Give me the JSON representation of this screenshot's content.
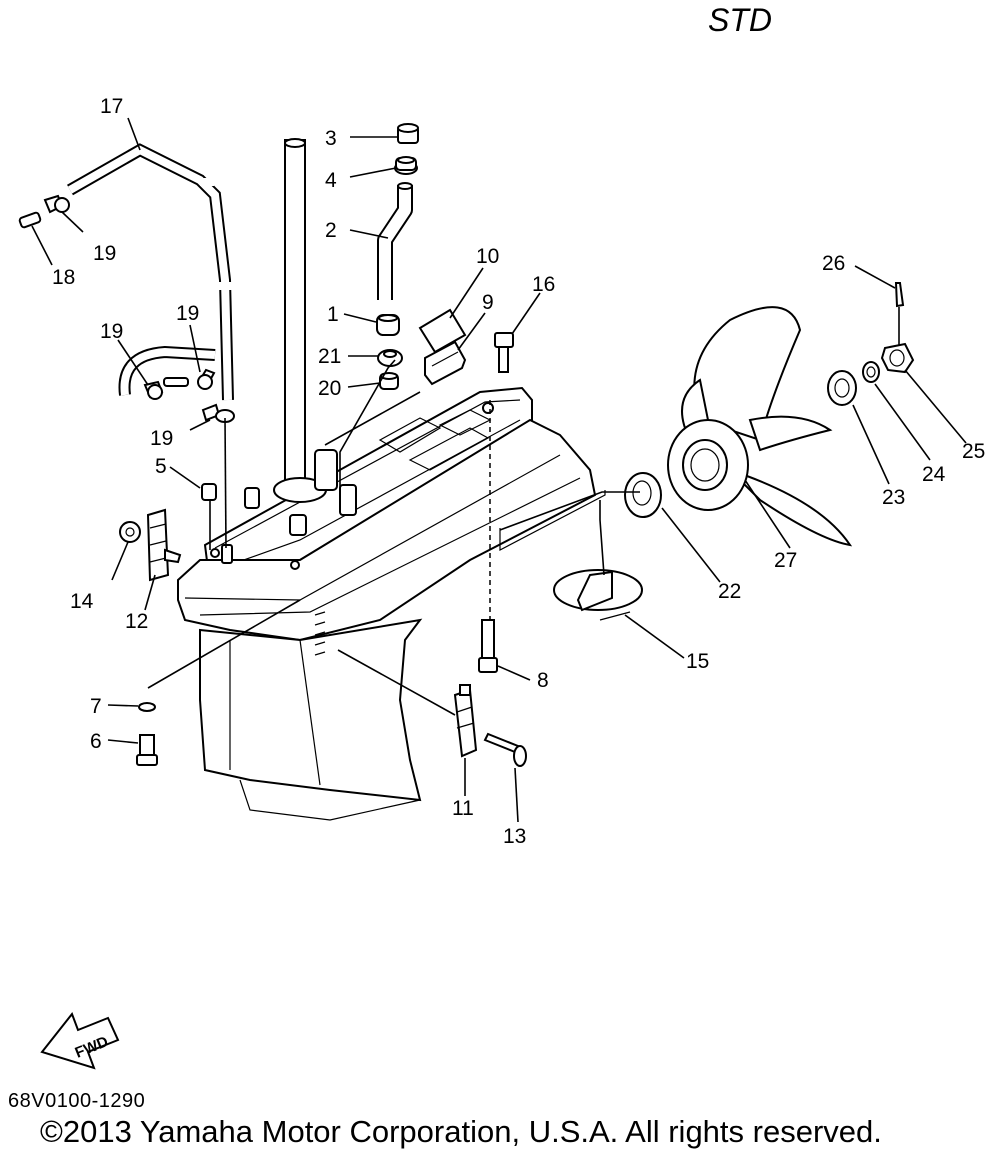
{
  "variant_label": "STD",
  "part_number": "68V0100-1290",
  "copyright": "©2013 Yamaha Motor Corporation, U.S.A. All rights reserved.",
  "fwd_arrow_text": "FWD",
  "callouts": {
    "c1": "1",
    "c2": "2",
    "c3": "3",
    "c4": "4",
    "c5": "5",
    "c6": "6",
    "c7": "7",
    "c8": "8",
    "c9": "9",
    "c10": "10",
    "c11": "11",
    "c12": "12",
    "c13": "13",
    "c14": "14",
    "c15": "15",
    "c16": "16",
    "c17": "17",
    "c18": "18",
    "c19a": "19",
    "c19b": "19",
    "c19c": "19",
    "c19d": "19",
    "c20": "20",
    "c21": "21",
    "c22": "22",
    "c23": "23",
    "c24": "24",
    "c25": "25",
    "c26": "26",
    "c27": "27"
  }
}
